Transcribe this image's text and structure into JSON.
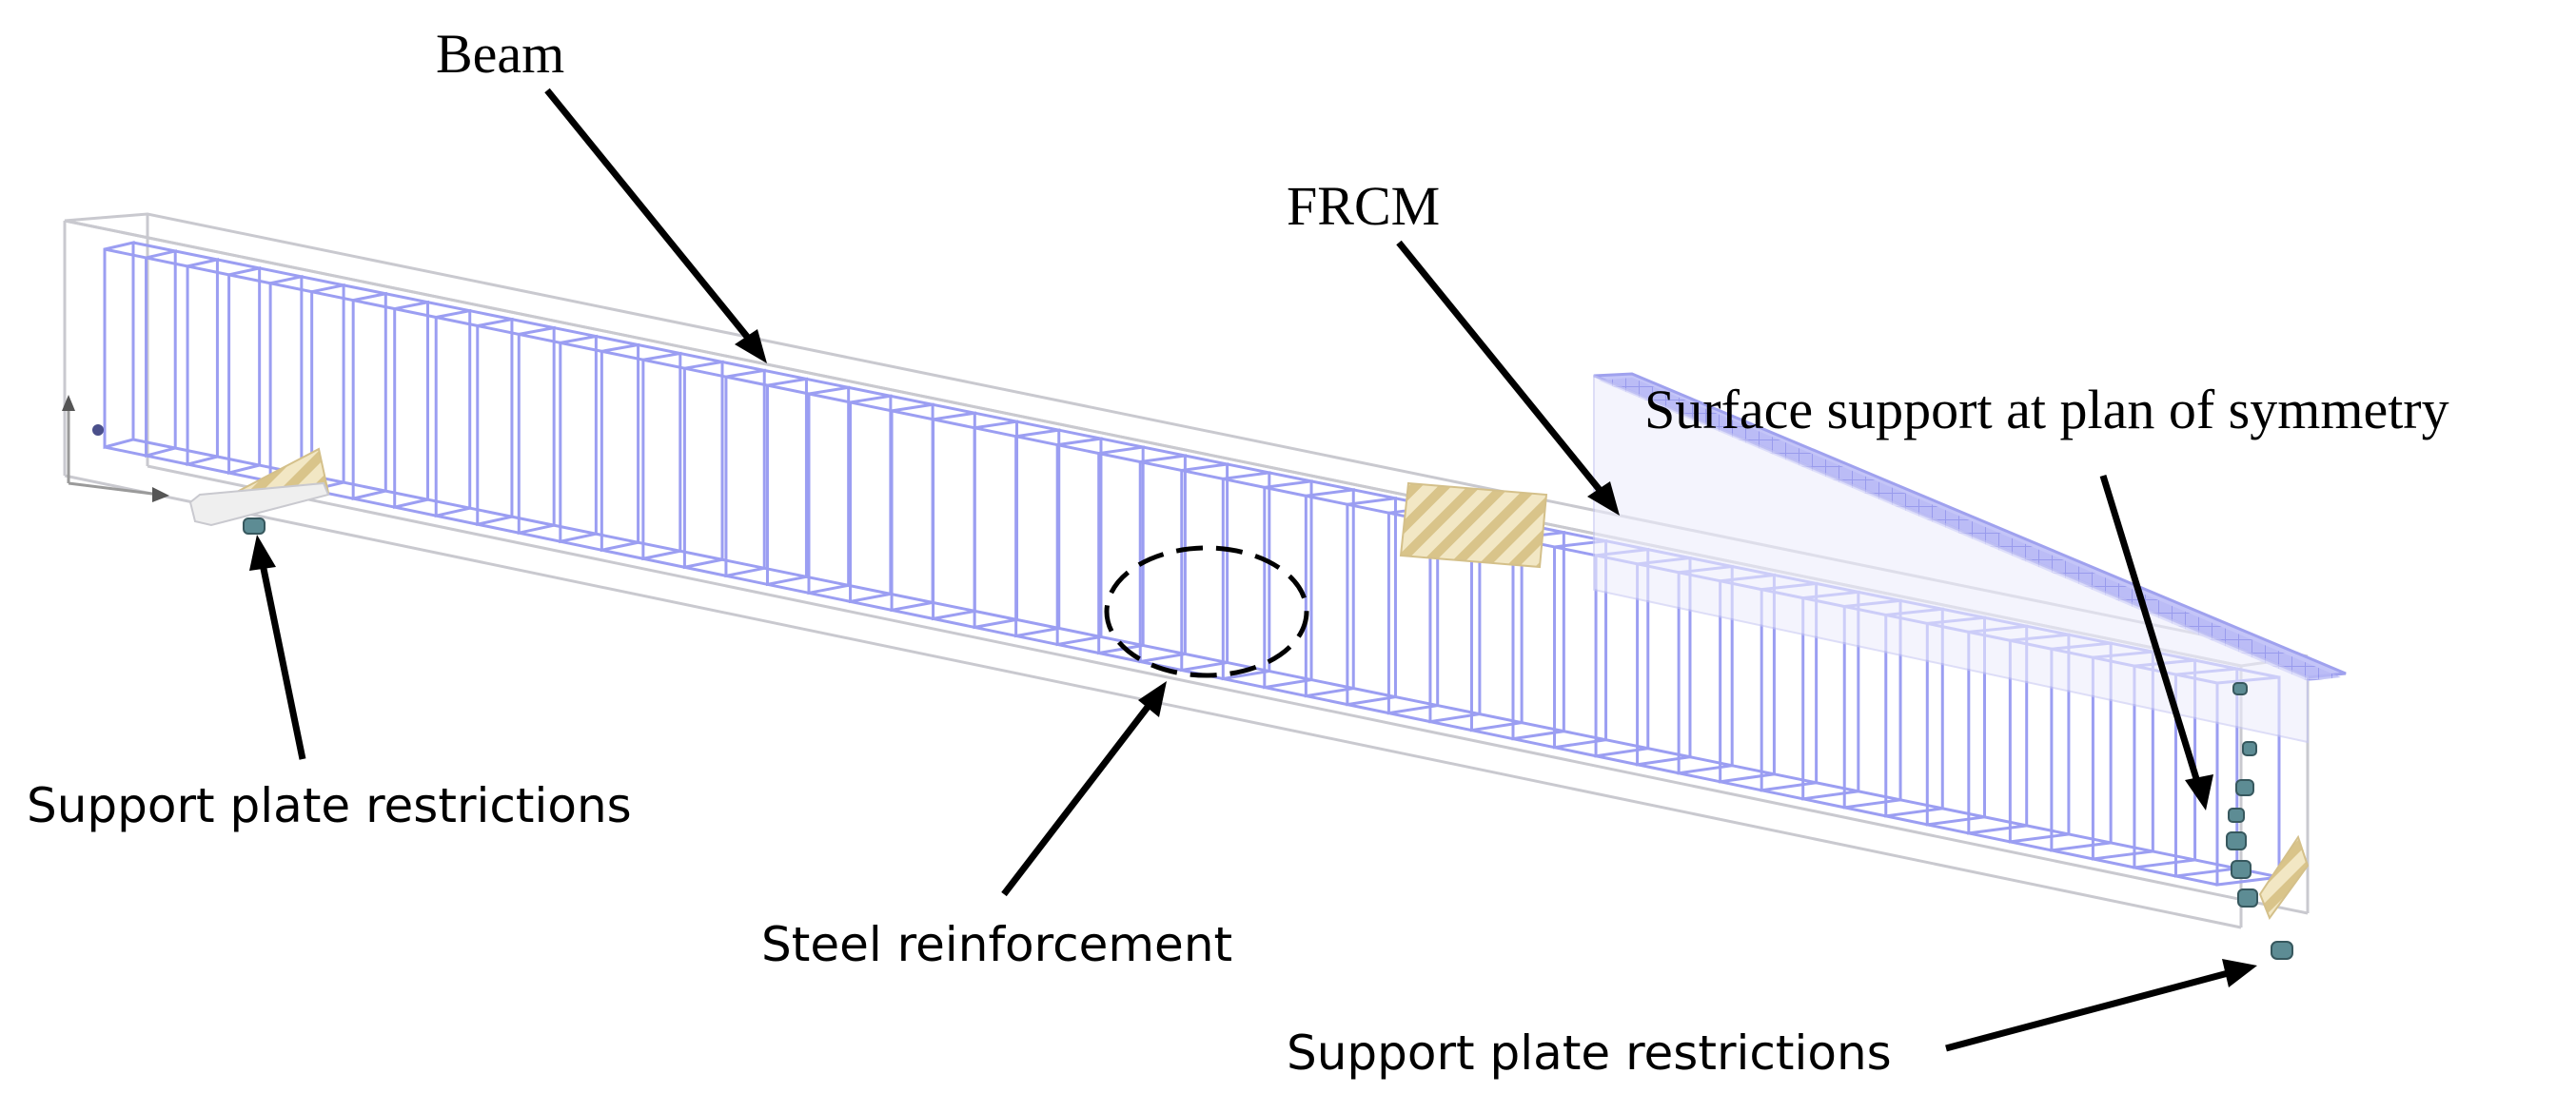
{
  "diagram": {
    "labels": {
      "beam": "Beam",
      "frcm": "FRCM",
      "symmetry_support": "Surface support at plan of symmetry",
      "support_left": "Support plate restrictions",
      "steel": "Steel reinforcement",
      "support_right": "Support plate restrictions"
    },
    "colors": {
      "rebar": "#9b9ef2",
      "frcm_mesh": "#a7a8f2",
      "beam_outline": "#c9c9cf",
      "plate_fill": "#f2e7c4",
      "plate_stripe": "#d9c48a",
      "restraint": "#5d8c94",
      "arrow": "#000000"
    }
  }
}
